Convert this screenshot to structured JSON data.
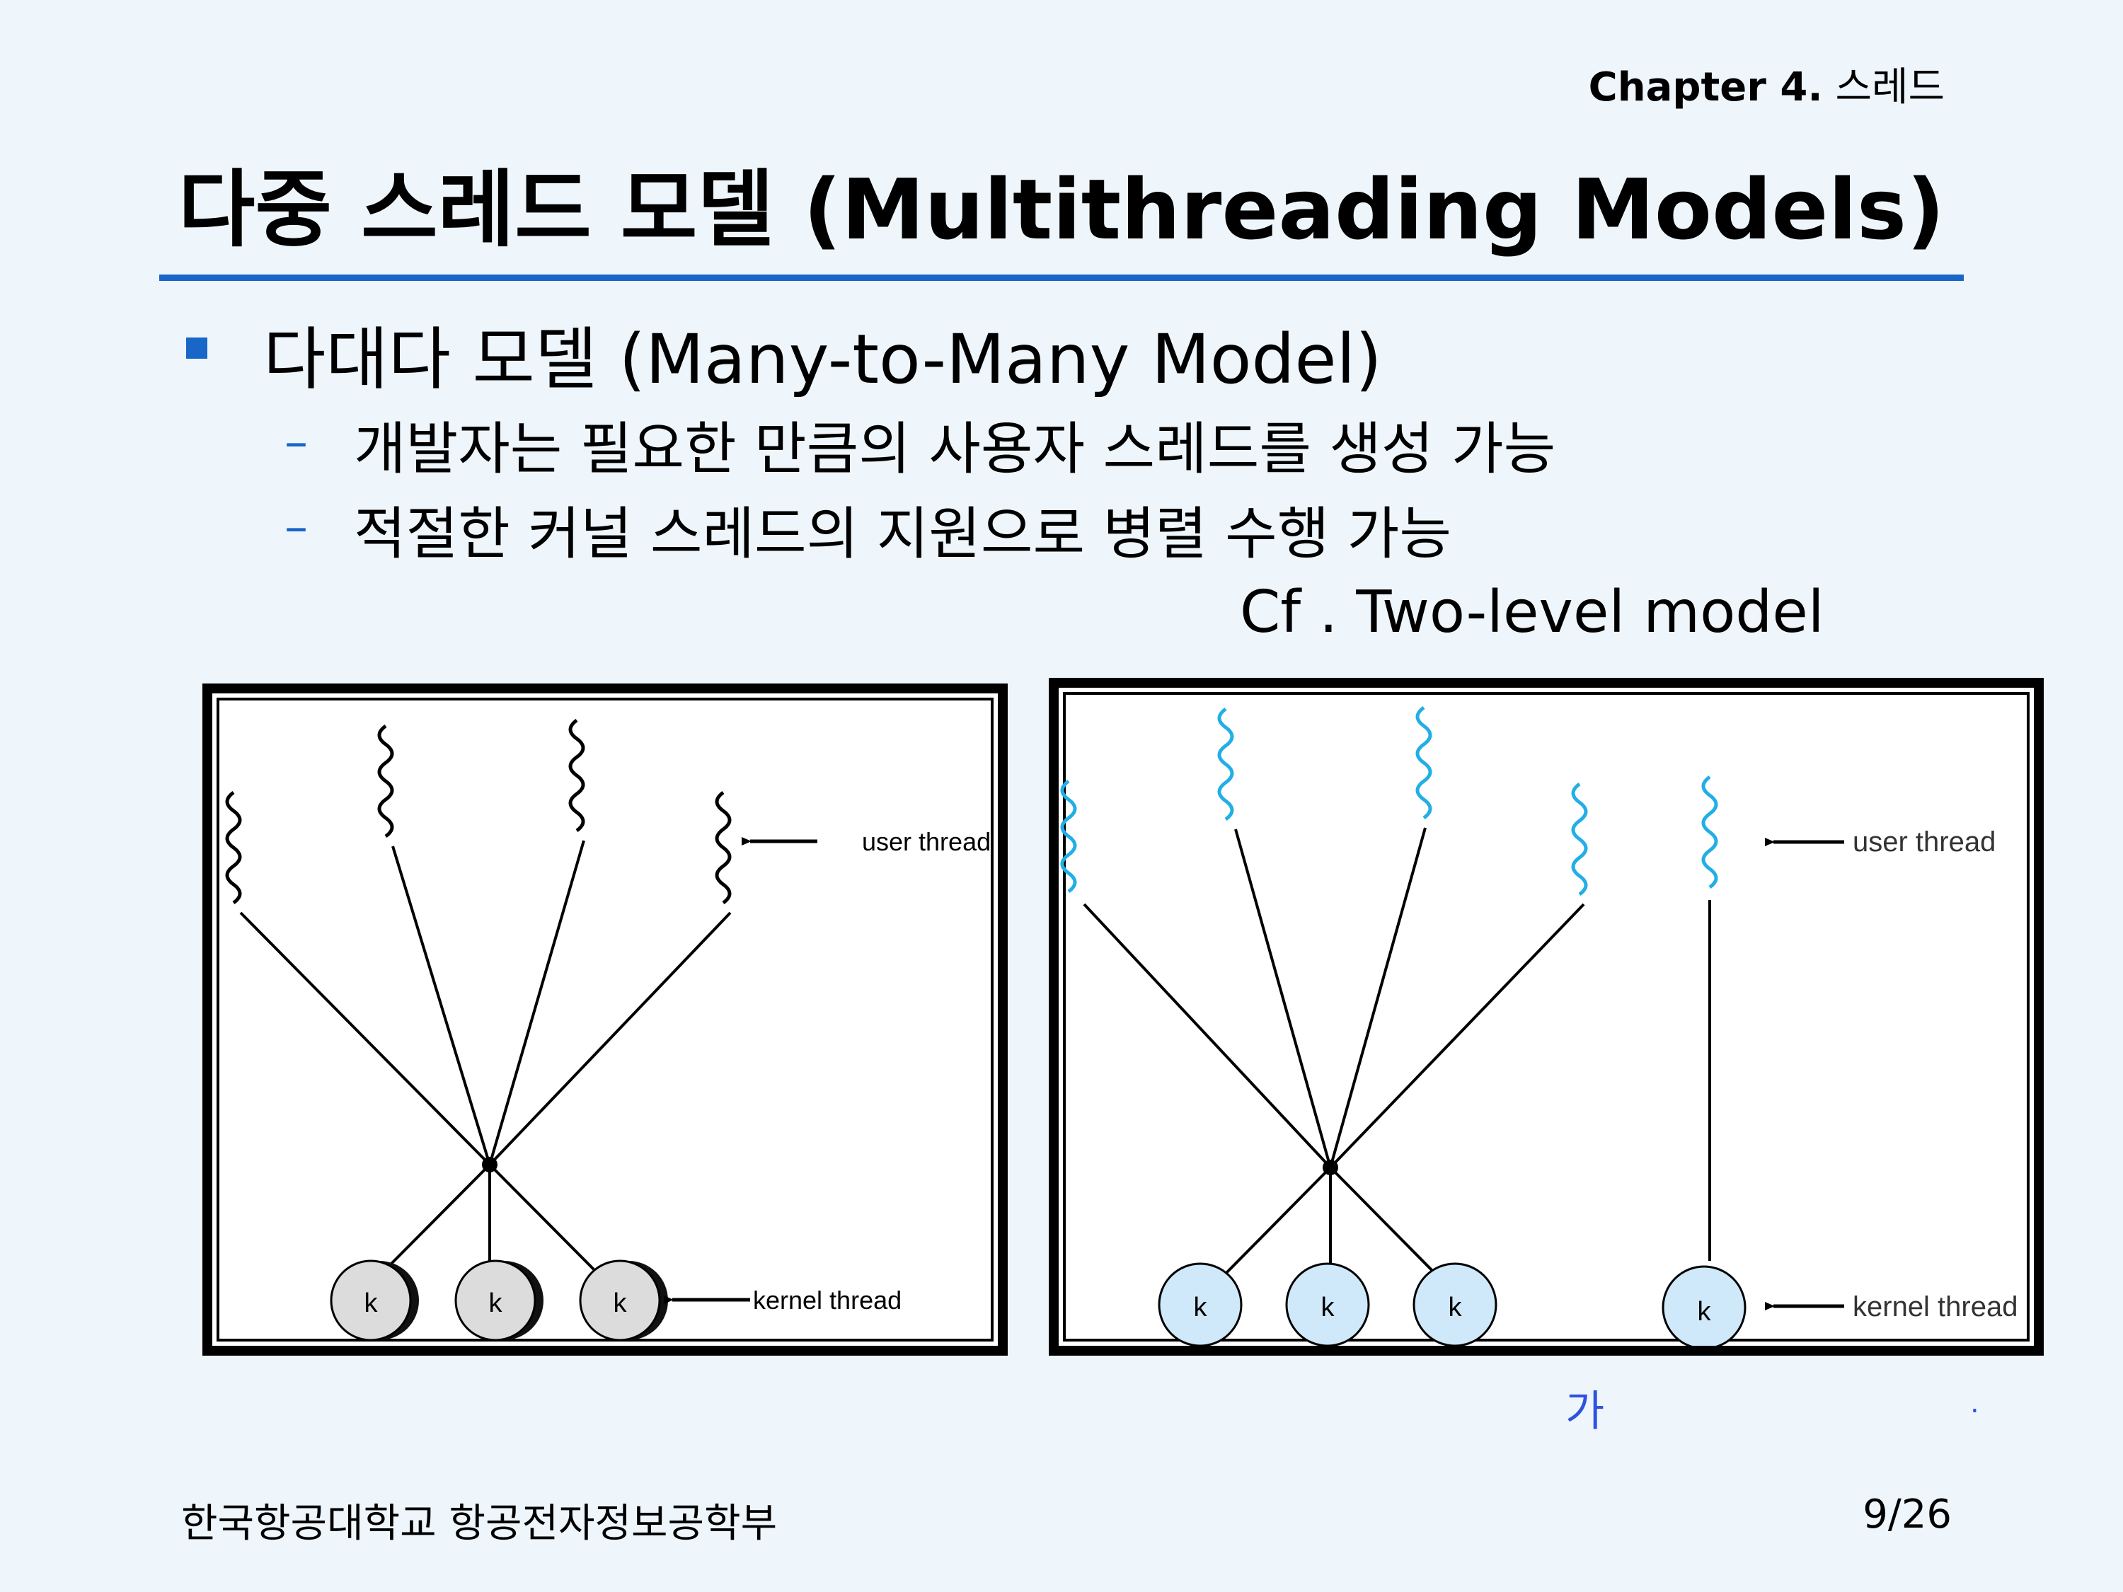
{
  "header": {
    "chapter_bold": "Chapter 4.",
    "chapter_rest": "스레드",
    "title": "다중  스레드 모델 (Multithreading Models)"
  },
  "content": {
    "bullet": "다대다 모델 (Many-to-Many Model)",
    "dash_symbol": "–",
    "sub_items": [
      "개발자는 필요한 만큼의 사용자 스레드를 생성 가능",
      "적절한 커널 스레드의 지원으로 병렬 수행 가능"
    ],
    "cf_note": "Cf . Two-level model"
  },
  "diagram_left": {
    "user_label": "user thread",
    "kernel_label": "kernel thread",
    "kernel_node_label": "k",
    "kernel_fill": "#dcdcdc"
  },
  "diagram_right": {
    "user_label": "user thread",
    "kernel_label": "kernel thread",
    "kernel_node_label": "k",
    "kernel_fill": "#cfe9fa",
    "thread_color": "#22aee6"
  },
  "annotations": {
    "ga": "가",
    "dot": "."
  },
  "footer": {
    "school": "한국항공대학교 항공전자정보공학부",
    "page": "9/26"
  },
  "colors": {
    "accent": "#1766c8",
    "background": "#eef6fb"
  }
}
